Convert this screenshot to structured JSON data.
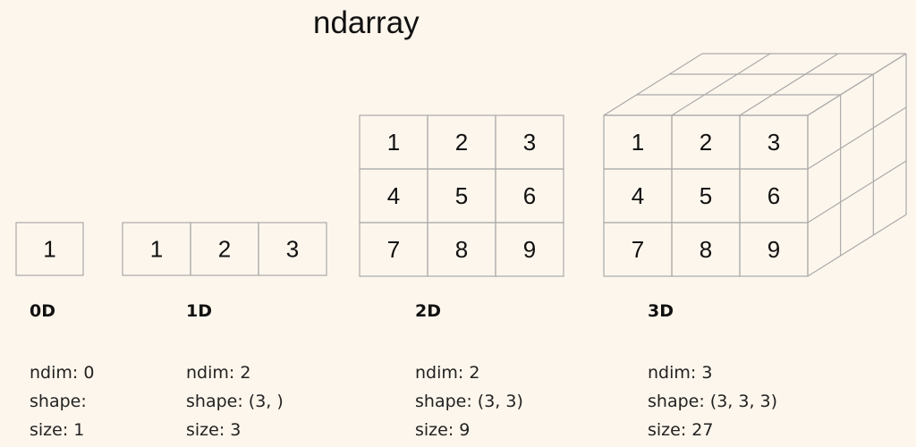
{
  "title": "ndarray",
  "arrays": [
    {
      "label": "0D",
      "values": [
        [
          "1"
        ]
      ],
      "ndim": "ndim: 0",
      "shape": "shape:",
      "size": "size: 1"
    },
    {
      "label": "1D",
      "values": [
        [
          "1",
          "2",
          "3"
        ]
      ],
      "ndim": "ndim: 2",
      "shape": "shape: (3, )",
      "size": "size: 3"
    },
    {
      "label": "2D",
      "values": [
        [
          "1",
          "2",
          "3"
        ],
        [
          "4",
          "5",
          "6"
        ],
        [
          "7",
          "8",
          "9"
        ]
      ],
      "ndim": "ndim: 2",
      "shape": "shape: (3, 3)",
      "size": "size: 9"
    },
    {
      "label": "3D",
      "values": [
        [
          "1",
          "2",
          "3"
        ],
        [
          "4",
          "5",
          "6"
        ],
        [
          "7",
          "8",
          "9"
        ]
      ],
      "depth": 3,
      "ndim": "ndim: 3",
      "shape": "shape: (3, 3, 3)",
      "size": "size: 27"
    }
  ],
  "colors": {
    "background": "#fdf6ec",
    "grid": "#aaaaaa",
    "text": "#111111"
  }
}
